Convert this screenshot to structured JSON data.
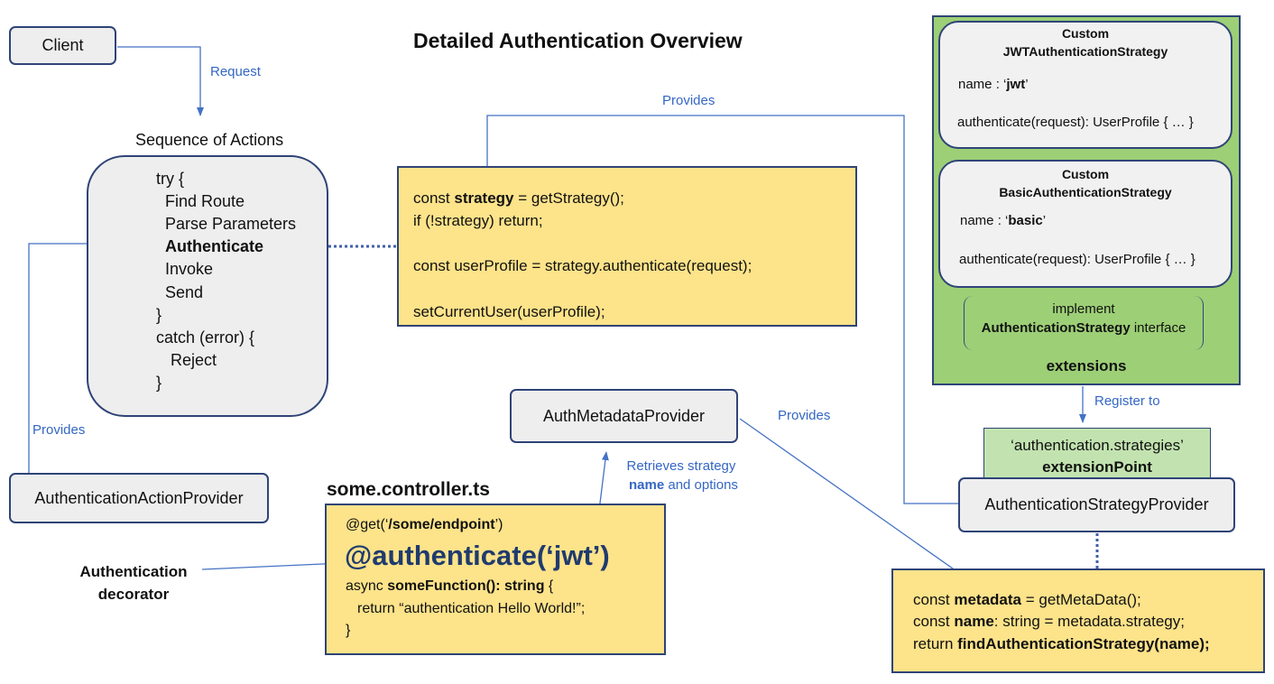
{
  "title": "Detailed Authentication Overview",
  "client": {
    "label": "Client",
    "request_label": "Request"
  },
  "sequence": {
    "heading": "Sequence of Actions",
    "lines": [
      "try {",
      "Find Route",
      "Parse Parameters",
      "Authenticate",
      "Invoke",
      "Send",
      "}",
      "catch (error) {",
      "Reject",
      "}"
    ]
  },
  "action_provider": {
    "label": "AuthenticationActionProvider",
    "provides_label": "Provides"
  },
  "strategy_code": {
    "line1_a": "const ",
    "line1_b": "strategy",
    "line1_c": " = getStrategy();",
    "line2": "if (!strategy) return;",
    "line3": "const userProfile = strategy.authenticate(request);",
    "line4": "setCurrentUser(userProfile);"
  },
  "top_provides_label": "Provides",
  "metadata_provider": {
    "label": "AuthMetadataProvider",
    "provides_label": "Provides",
    "retrieves_a": "Retrieves strategy",
    "retrieves_b1": "name",
    "retrieves_b2": " and options"
  },
  "controller": {
    "filename": "some.controller.ts",
    "line1_a": "@get(‘",
    "line1_b": "/some/endpoint",
    "line1_c": "’)",
    "decorator": "@authenticate(‘jwt’)",
    "line3_a": "async ",
    "line3_b": "someFunction(): string",
    "line3_c": " {",
    "line4": "return “authentication Hello World!”;",
    "line5": "}"
  },
  "decorator_label": {
    "a": "Authentication",
    "b": "decorator"
  },
  "extensions": {
    "jwt": {
      "title_a": "Custom",
      "title_b": "JWTAuthenticationStrategy",
      "name_a": "name : ‘",
      "name_b": "jwt",
      "name_c": "’",
      "method": "authenticate(request): UserProfile { … }"
    },
    "basic": {
      "title_a": "Custom",
      "title_b": "BasicAuthenticationStrategy",
      "name_a": "name : ‘",
      "name_b": "basic",
      "name_c": "’",
      "method": "authenticate(request): UserProfile { … }"
    },
    "implement_a": "implement",
    "implement_b1": "AuthenticationStrategy",
    "implement_b2": " interface",
    "footer": "extensions"
  },
  "register_label": "Register to",
  "extension_point": {
    "a": "‘authentication.strategies’",
    "b": "extensionPoint"
  },
  "strategy_provider": {
    "label": "AuthenticationStrategyProvider"
  },
  "find_code": {
    "line1_a": "const ",
    "line1_b": "metadata",
    "line1_c": " = getMetaData();",
    "line2_a": "const ",
    "line2_b": "name",
    "line2_c": ": string = metadata.strategy;",
    "line3_a": "return ",
    "line3_b": "findAuthenticationStrategy(name);"
  },
  "colors": {
    "arrow": "#4472c4",
    "border": "#2f4477",
    "yellow": "#fde38a",
    "green": "#9dcf76",
    "gray": "#eeeeee"
  }
}
